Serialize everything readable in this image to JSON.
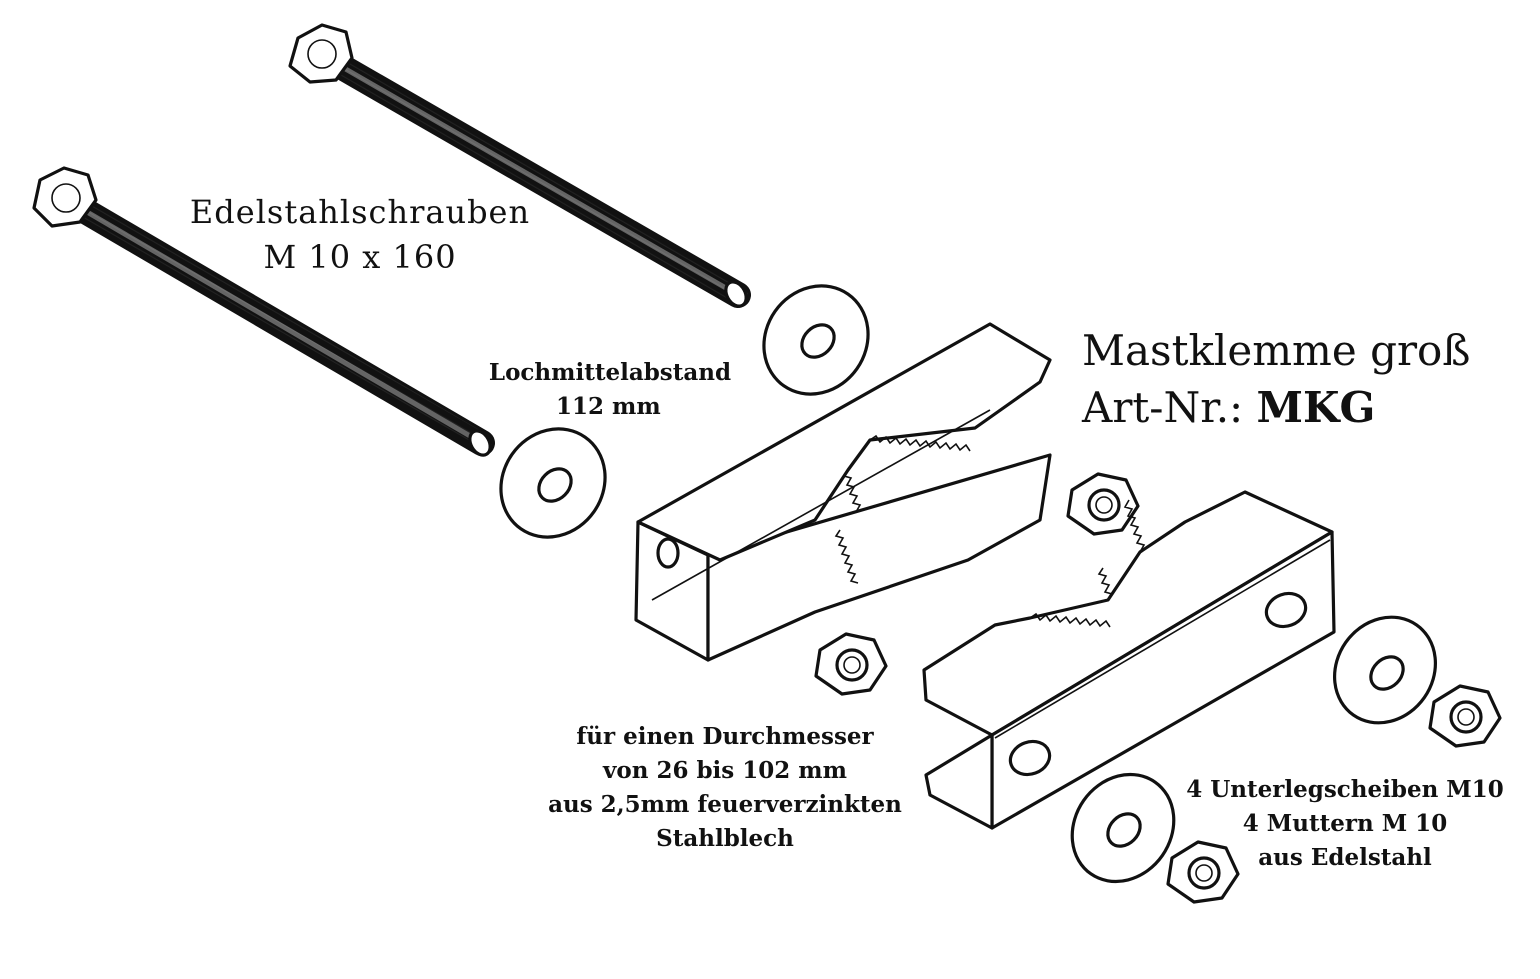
{
  "title": {
    "line1": "Mastklemme groß",
    "line2_prefix": "Art-Nr.: ",
    "line2_code": "MKG"
  },
  "screws": {
    "line1": "Edelstahlschrauben",
    "line2": "M 10 x 160"
  },
  "hole_distance": {
    "line1": "Lochmittelabstand",
    "line2": "112 mm"
  },
  "clamp": {
    "line1": "für einen Durchmesser",
    "line2": "von 26 bis 102 mm",
    "line3": "aus 2,5mm feuerverzinkten",
    "line4": "Stahlblech"
  },
  "hardware": {
    "line1": "4 Unterlegscheiben M10",
    "line2": "4 Muttern M 10",
    "line3": "aus Edelstahl"
  },
  "colors": {
    "ink": "#111111",
    "paper": "#ffffff"
  }
}
